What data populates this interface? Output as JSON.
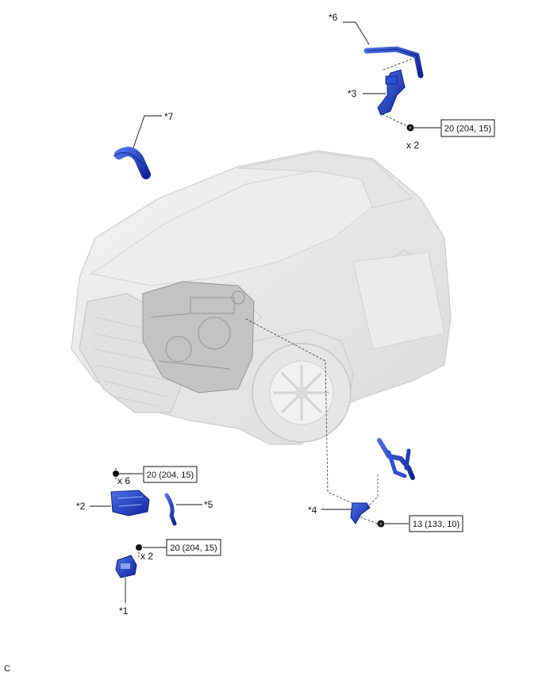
{
  "callouts": {
    "c1": "*1",
    "c2": "*2",
    "c3": "*3",
    "c4": "*4",
    "c5": "*5",
    "c6": "*6",
    "c7": "*7"
  },
  "torques": {
    "t_top": "20 (204, 15)",
    "t_mid": "20 (204, 15)",
    "t_low": "20 (204, 15)",
    "t_right": "13 (133, 10)"
  },
  "multipliers": {
    "m_top": "x 2",
    "m_mid": "x 6",
    "m_low": "x 2"
  },
  "corner_code": "C",
  "colors": {
    "part_blue": "#1f3fbf",
    "part_blue_dark": "#0f2486",
    "vehicle_gray": "#d9d9d9",
    "line": "#111111"
  }
}
